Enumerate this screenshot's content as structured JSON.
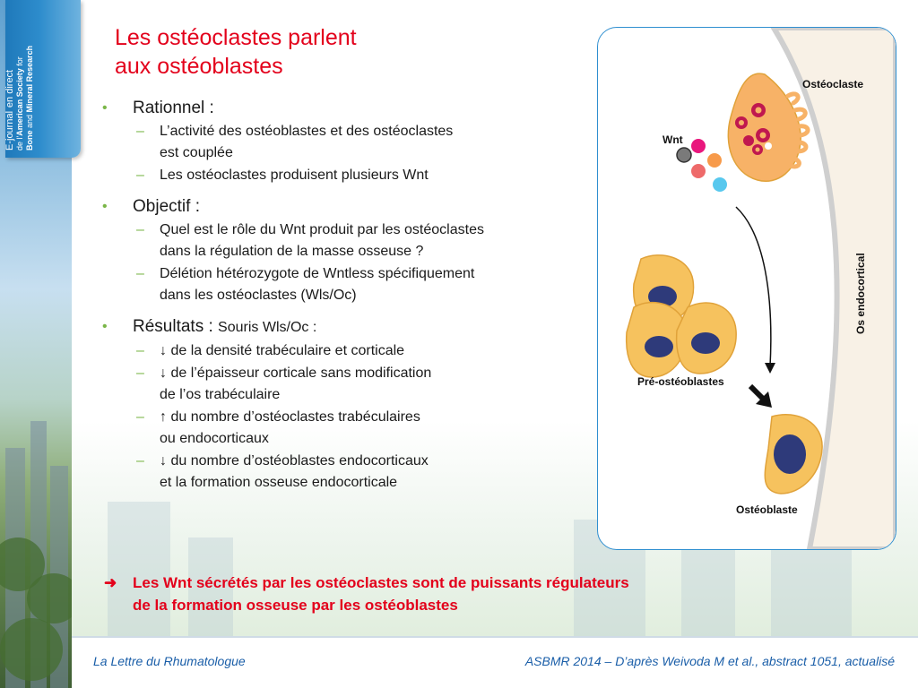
{
  "journal": {
    "brand": "E-journal",
    "brand_suffix": "en direct",
    "line2_pre": "de l'",
    "line2_bold": "American Society",
    "line2_post": "for",
    "line3_bold1": "Bone",
    "line3_mid": "and",
    "line3_bold2": "Mineral Research"
  },
  "title": {
    "line1": "Les ostéoclastes parlent",
    "line2": "aux ostéoblastes"
  },
  "sections": [
    {
      "heading": "Rationnel :",
      "heading_extra": "",
      "items": [
        "L’activité des ostéoblastes et des ostéoclastes\nest couplée",
        "Les ostéoclastes produisent plusieurs Wnt"
      ]
    },
    {
      "heading": "Objectif :",
      "heading_extra": "",
      "items": [
        "Quel est le rôle du Wnt produit par les ostéoclastes\ndans la régulation de la masse osseuse ?",
        "Délétion hétérozygote de Wntless spécifiquement\ndans les ostéoclastes (Wls/Oc)"
      ]
    },
    {
      "heading": "Résultats :",
      "heading_extra": "Souris Wls/Oc :",
      "items": [
        "↓ de la densité trabéculaire et corticale",
        "↓ de l’épaisseur corticale sans modification\nde l’os trabéculaire",
        "↑ du nombre d’ostéoclastes trabéculaires\nou endocorticaux",
        "↓ du nombre d’ostéoblastes endocorticaux\net la formation osseuse endocorticale"
      ]
    }
  ],
  "bullet_symbol": "•",
  "dash_symbol": "–",
  "conclusion": {
    "arrow": "➜",
    "text": "Les Wnt sécrétés par les ostéoclastes sont de puissants régulateurs\nde la formation osseuse par les ostéoblastes"
  },
  "figure": {
    "labels": {
      "osteoclaste": "Ostéoclaste",
      "wnt": "Wnt",
      "os_endocortical": "Os endocortical",
      "pre_osteoblastes": "Pré-ostéoblastes",
      "osteoblaste": "Ostéoblaste"
    },
    "colors": {
      "cell_fill": "#f6c25e",
      "cell_edge": "#e0a23a",
      "nucleus": "#2e3a7a",
      "osteoclaste_fill": "#f7b267",
      "vesicle": "#c0184f",
      "bone": "#f8f1e6",
      "wnt_pink": "#e9177d",
      "wnt_orange": "#f79a4a",
      "wnt_red": "#ee6a6a",
      "wnt_blue": "#58c8ee",
      "wnt_grey": "#7a7a7a"
    }
  },
  "footer": {
    "left": "La Lettre du Rhumatologue",
    "right": "ASBMR 2014 – D’après Weivoda M et al., abstract 1051, actualisé"
  }
}
